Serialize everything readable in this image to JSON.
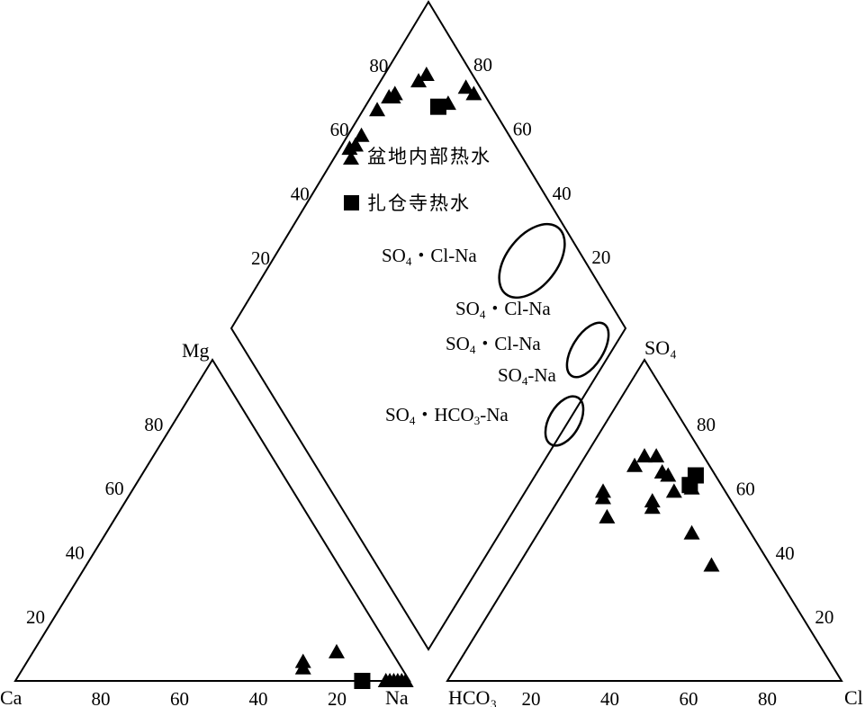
{
  "chart_data": {
    "type": "scatter",
    "subtype": "piper-trilinear-diagram",
    "title": "",
    "legend": {
      "placement": "top-center",
      "entries": [
        {
          "name": "盆地内部热水",
          "marker": "triangle",
          "color": "#000000"
        },
        {
          "name": "扎仓寺热水",
          "marker": "square",
          "color": "#000000"
        }
      ]
    },
    "cation_triangle": {
      "vertex_labels": {
        "left": "Ca",
        "right": "Na",
        "top": "Mg"
      },
      "bottom_ticks": [
        "80",
        "60",
        "40",
        "20"
      ],
      "left_ticks": [
        "20",
        "40",
        "60",
        "80"
      ],
      "points": [
        {
          "series": "盆地内部热水",
          "Na": 77,
          "Mg": 9
        },
        {
          "series": "盆地内部热水",
          "Na": 70,
          "Mg": 6
        },
        {
          "series": "盆地内部热水",
          "Na": 71,
          "Mg": 4
        },
        {
          "series": "盆地内部热水",
          "Na": 99,
          "Mg": 0
        },
        {
          "series": "盆地内部热水",
          "Na": 98,
          "Mg": 0
        },
        {
          "series": "盆地内部热水",
          "Na": 97,
          "Mg": 0
        },
        {
          "series": "盆地内部热水",
          "Na": 96,
          "Mg": 0
        },
        {
          "series": "盆地内部热水",
          "Na": 95,
          "Mg": 0
        },
        {
          "series": "盆地内部热水",
          "Na": 94,
          "Mg": 0
        },
        {
          "series": "扎仓寺热水",
          "Na": 88,
          "Mg": 0
        }
      ]
    },
    "anion_triangle": {
      "vertex_labels": {
        "left": "HCO₃",
        "right": "Cl",
        "top": "SO₄"
      },
      "bottom_ticks": [
        "20",
        "40",
        "60",
        "80"
      ],
      "right_ticks": [
        "80",
        "60",
        "40",
        "20"
      ],
      "points": [
        {
          "series": "盆地内部热水",
          "Cl": 15,
          "SO4": 70
        },
        {
          "series": "盆地内部热水",
          "Cl": 18,
          "SO4": 70
        },
        {
          "series": "盆地内部热水",
          "Cl": 14,
          "SO4": 67
        },
        {
          "series": "盆地内部热水",
          "Cl": 22,
          "SO4": 65
        },
        {
          "series": "盆地内部热水",
          "Cl": 24,
          "SO4": 64
        },
        {
          "series": "盆地内部热水",
          "Cl": 10,
          "SO4": 59
        },
        {
          "series": "盆地内部热水",
          "Cl": 11,
          "SO4": 57
        },
        {
          "series": "盆地内部热水",
          "Cl": 28,
          "SO4": 59
        },
        {
          "series": "盆地内部热水",
          "Cl": 24,
          "SO4": 56
        },
        {
          "series": "盆地内部热水",
          "Cl": 25,
          "SO4": 54
        },
        {
          "series": "盆地内部热水",
          "Cl": 32,
          "SO4": 60
        },
        {
          "series": "盆地内部热水",
          "Cl": 15,
          "SO4": 51
        },
        {
          "series": "盆地内部热水",
          "Cl": 39,
          "SO4": 46
        },
        {
          "series": "盆地内部热水",
          "Cl": 49,
          "SO4": 36
        },
        {
          "series": "扎仓寺热水",
          "Cl": 31,
          "SO4": 64
        },
        {
          "series": "扎仓寺热水",
          "Cl": 31,
          "SO4": 61
        }
      ]
    },
    "diamond": {
      "left_ticks": [
        "20",
        "40",
        "60",
        "80"
      ],
      "right_ticks": [
        "80",
        "60",
        "40",
        "20"
      ],
      "points": [
        {
          "series": "盆地内部热水",
          "Na_K": 78,
          "Cl_SO4": 97
        },
        {
          "series": "盆地内部热水",
          "Na_K": 75,
          "Cl_SO4": 98
        },
        {
          "series": "盆地内部热水",
          "Na_K": 80,
          "Cl_SO4": 90
        },
        {
          "series": "盆地内部热水",
          "Na_K": 90,
          "Cl_SO4": 89
        },
        {
          "series": "盆地内部热水",
          "Na_K": 91,
          "Cl_SO4": 86
        },
        {
          "series": "盆地内部热水",
          "Na_K": 95,
          "Cl_SO4": 78
        },
        {
          "series": "盆地内部热水",
          "Na_K": 95,
          "Cl_SO4": 77
        },
        {
          "series": "盆地内部热水",
          "Na_K": 96,
          "Cl_SO4": 76
        },
        {
          "series": "盆地内部热水",
          "Na_K": 97,
          "Cl_SO4": 71
        },
        {
          "series": "盆地内部热水",
          "Na_K": 97,
          "Cl_SO4": 63
        },
        {
          "series": "盆地内部热水",
          "Na_K": 97,
          "Cl_SO4": 60
        },
        {
          "series": "盆地内部热水",
          "Na_K": 98,
          "Cl_SO4": 58
        },
        {
          "series": "扎仓寺热水",
          "Na_K": 82,
          "Cl_SO4": 87
        }
      ]
    },
    "group_labels": [
      {
        "id": "g1",
        "main": "SO",
        "sub": "4",
        "rest": "・Cl-Na",
        "circled": true
      },
      {
        "id": "g2",
        "main": "SO",
        "sub": "4",
        "rest": "・Cl-Na",
        "circled": false
      },
      {
        "id": "g3",
        "main": "SO",
        "sub": "4",
        "rest": "・Cl-Na",
        "circled": true
      },
      {
        "id": "g4",
        "main": "SO",
        "sub": "4",
        "rest": "-Na",
        "circled": false
      },
      {
        "id": "g5",
        "main": "SO",
        "sub": "4",
        "rest": "・HCO",
        "sub2": "3",
        "rest2": "-Na",
        "circled": true
      }
    ]
  }
}
